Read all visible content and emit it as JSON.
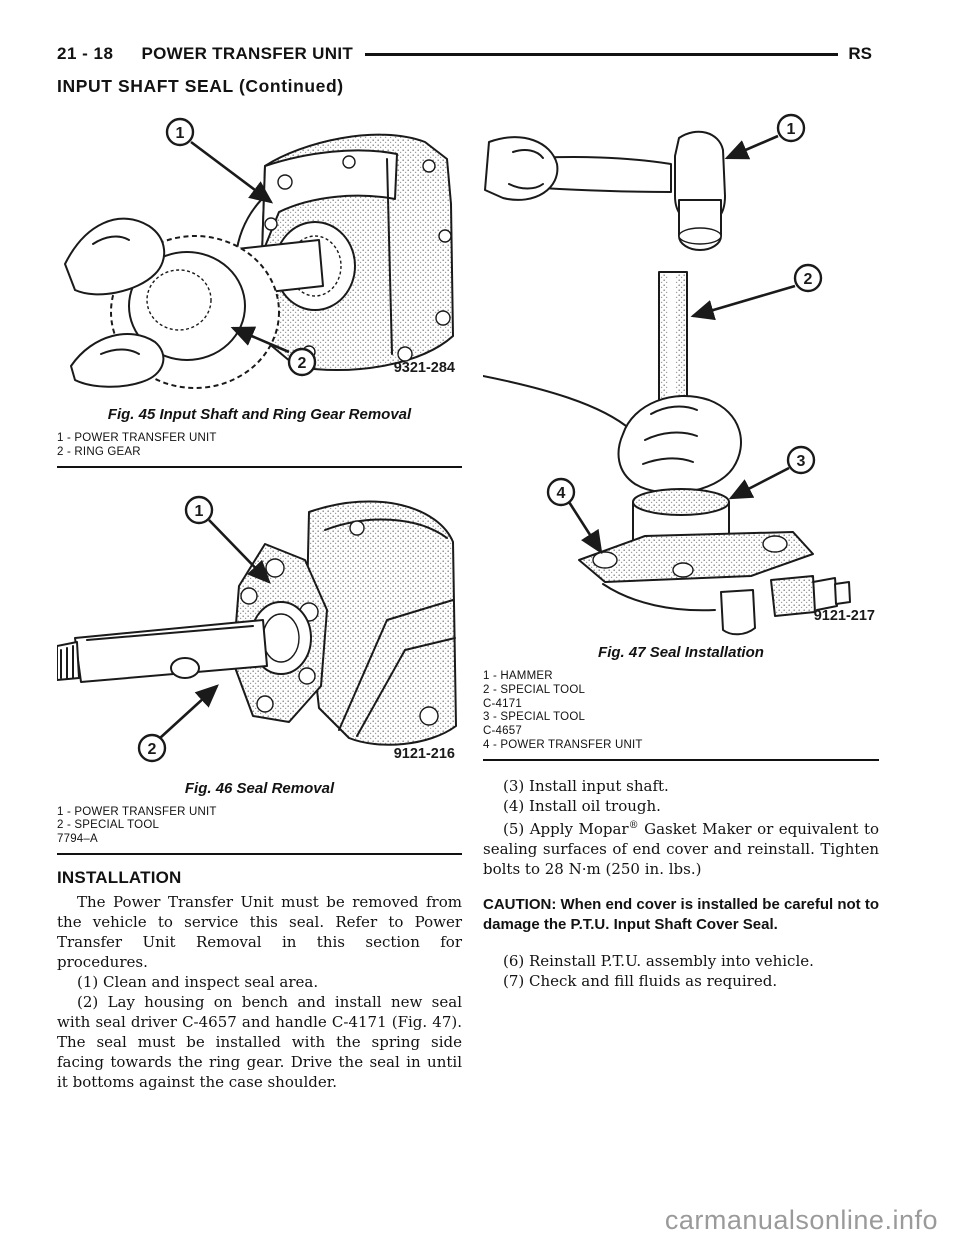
{
  "header": {
    "page_code": "21 - 18",
    "section_title": "POWER TRANSFER UNIT",
    "model_code": "RS",
    "subheader": "INPUT SHAFT SEAL (Continued)"
  },
  "figures": {
    "fig45": {
      "caption": "Fig. 45 Input Shaft and Ring Gear Removal",
      "image_id": "9321-284",
      "callouts": [
        "1",
        "2"
      ],
      "legend": [
        "1 - POWER TRANSFER UNIT",
        "2 - RING GEAR"
      ]
    },
    "fig46": {
      "caption": "Fig. 46 Seal Removal",
      "image_id": "9121-216",
      "callouts": [
        "1",
        "2"
      ],
      "legend": [
        "1 - POWER TRANSFER UNIT",
        "2 - SPECIAL TOOL",
        "7794–A"
      ]
    },
    "fig47": {
      "caption": "Fig. 47 Seal Installation",
      "image_id": "9121-217",
      "callouts": [
        "1",
        "2",
        "3",
        "4"
      ],
      "legend": [
        "1 - HAMMER",
        "2 - SPECIAL TOOL",
        "C-4171",
        "3 - SPECIAL TOOL",
        "C-4657",
        "4 - POWER TRANSFER UNIT"
      ]
    }
  },
  "installation": {
    "heading": "INSTALLATION",
    "intro": "The Power Transfer Unit must be removed from the vehicle to service this seal. Refer to Power Transfer Unit Removal in this section for procedures.",
    "step1": "(1) Clean and inspect seal area.",
    "step2": "(2) Lay housing on bench and install new seal with seal driver C-4657 and handle C-4171 (Fig. 47). The seal must be installed with the spring side facing towards the ring gear. Drive the seal in until it bottoms against the case shoulder.",
    "step3": "(3) Install input shaft.",
    "step4": "(4) Install oil trough.",
    "step5_pre": "(5) Apply Mopar",
    "step5_sup": "®",
    "step5_post": " Gasket Maker or equivalent to sealing surfaces of end cover and reinstall. Tighten bolts to 28 N·m (250 in. lbs.)",
    "caution": "CAUTION: When end cover is installed be careful not to damage the P.T.U. Input Shaft Cover Seal.",
    "step6": "(6) Reinstall P.T.U. assembly into vehicle.",
    "step7": "(7) Check and fill fluids as required."
  },
  "watermark": "carmanualsonline.info"
}
